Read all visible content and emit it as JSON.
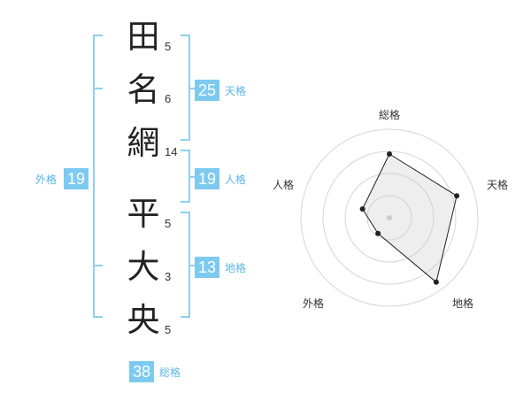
{
  "name": {
    "surname": [
      {
        "char": "田",
        "strokes": "5"
      },
      {
        "char": "名",
        "strokes": "6"
      },
      {
        "char": "網",
        "strokes": "14"
      }
    ],
    "given": [
      {
        "char": "平",
        "strokes": "5"
      },
      {
        "char": "大",
        "strokes": "3"
      },
      {
        "char": "央",
        "strokes": "5"
      }
    ]
  },
  "fortunes": {
    "tenkaku": {
      "value": "25",
      "label": "天格"
    },
    "jinkaku": {
      "value": "19",
      "label": "人格"
    },
    "chikaku": {
      "value": "13",
      "label": "地格"
    },
    "gaikaku": {
      "value": "19",
      "label": "外格"
    },
    "soukaku": {
      "value": "38",
      "label": "総格"
    }
  },
  "colors": {
    "accent": "#7dcaf1",
    "accent_text": "#59b7e7",
    "bracket": "#8fcff0"
  },
  "chart_data": {
    "type": "radar",
    "axes": [
      "総格",
      "天格",
      "地格",
      "外格",
      "人格"
    ],
    "values": [
      0.72,
      0.8,
      0.9,
      0.22,
      0.32
    ],
    "max": 1.0,
    "rings": 4,
    "grid": true
  }
}
